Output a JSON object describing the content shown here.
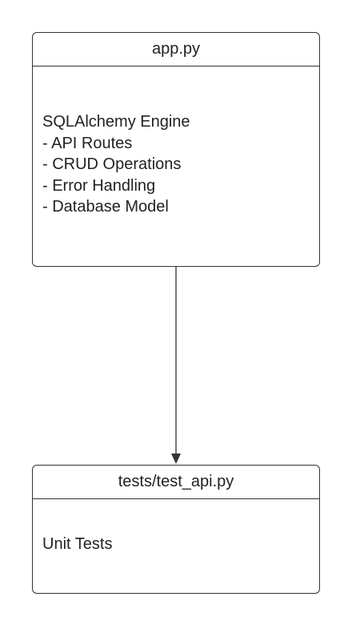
{
  "diagram": {
    "nodes": [
      {
        "title": "app.py",
        "lines": [
          "SQLAlchemy Engine",
          "- API Routes",
          "- CRUD Operations",
          "- Error Handling",
          "- Database Model"
        ]
      },
      {
        "title": "tests/test_api.py",
        "lines": [
          "Unit Tests"
        ]
      }
    ],
    "edges": [
      {
        "from": "app.py",
        "to": "tests/test_api.py",
        "label": ""
      }
    ],
    "colors": {
      "border": "#333333",
      "text": "#222222",
      "background": "#ffffff"
    }
  }
}
